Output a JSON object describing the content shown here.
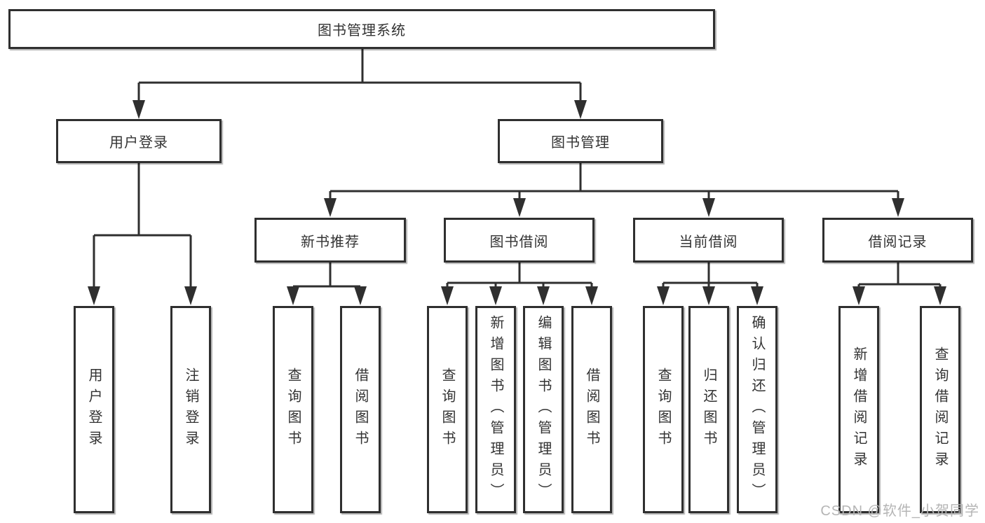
{
  "colors": {
    "line": "#2f2f2f",
    "box_border": "#2f2f2f",
    "text": "#333333",
    "watermark_text": "#b5b5b5",
    "background": "#ffffff"
  },
  "watermark": "CSDN @软件_小贺同学",
  "tree": {
    "root": {
      "label": "图书管理系统"
    },
    "branches": [
      {
        "label": "用户登录",
        "children": [
          {
            "label": "用户登录"
          },
          {
            "label": "注销登录"
          }
        ]
      },
      {
        "label": "图书管理",
        "children": [
          {
            "label": "新书推荐",
            "children": [
              {
                "label": "查询图书"
              },
              {
                "label": "借阅图书"
              }
            ]
          },
          {
            "label": "图书借阅",
            "children": [
              {
                "label": "查询图书"
              },
              {
                "label": "新增图书（管理员）"
              },
              {
                "label": "编辑图书（管理员）"
              },
              {
                "label": "借阅图书"
              }
            ]
          },
          {
            "label": "当前借阅",
            "children": [
              {
                "label": "查询图书"
              },
              {
                "label": "归还图书"
              },
              {
                "label": "确认归还（管理员）"
              }
            ]
          },
          {
            "label": "借阅记录",
            "children": [
              {
                "label": "新增借阅记录"
              },
              {
                "label": "查询借阅记录"
              }
            ]
          }
        ]
      }
    ]
  }
}
